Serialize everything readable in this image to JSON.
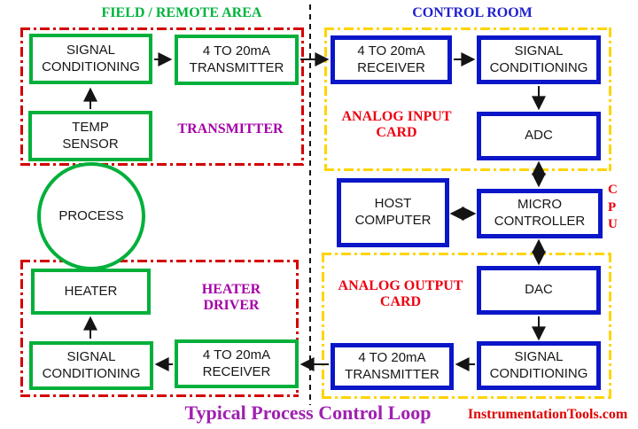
{
  "colors": {
    "green": "#00b03a",
    "blue": "#0a16c8",
    "red_dash": "#d40000",
    "yellow_dash": "#ffd400",
    "red_text": "#ee0010",
    "purple_text": "#a400a8",
    "title_purple": "#a020b0",
    "green_text": "#00b33c",
    "blue_text": "#1f1fd0",
    "watermark_red": "#e00000"
  },
  "headers": {
    "field_area": "FIELD / REMOTE AREA",
    "control_room": "CONTROL ROOM"
  },
  "field": {
    "transmitter": {
      "label": "TRANSMITTER",
      "signal_conditioning": "SIGNAL\nCONDITIONING",
      "transmitter_4_20": "4 TO 20mA\nTRANSMITTER",
      "temp_sensor": "TEMP\nSENSOR"
    },
    "process": "PROCESS",
    "heater_driver": {
      "label": "HEATER\nDRIVER",
      "heater": "HEATER",
      "signal_conditioning": "SIGNAL\nCONDITIONING",
      "receiver_4_20": "4 TO 20mA\nRECEIVER"
    }
  },
  "control_room": {
    "analog_input_card": {
      "label": "ANALOG INPUT\nCARD",
      "receiver_4_20": "4 TO 20mA\nRECEIVER",
      "signal_conditioning": "SIGNAL\nCONDITIONING",
      "adc": "ADC"
    },
    "cpu": {
      "label": "C\nP\nU",
      "host_computer": "HOST\nCOMPUTER",
      "micro_controller": "MICRO\nCONTROLLER"
    },
    "analog_output_card": {
      "label": "ANALOG OUTPUT\nCARD",
      "dac": "DAC",
      "signal_conditioning": "SIGNAL\nCONDITIONING",
      "transmitter_4_20": "4 TO 20mA\nTRANSMITTER"
    }
  },
  "footer": {
    "title": "Typical Process Control Loop",
    "watermark": "InstrumentationTools.com"
  }
}
